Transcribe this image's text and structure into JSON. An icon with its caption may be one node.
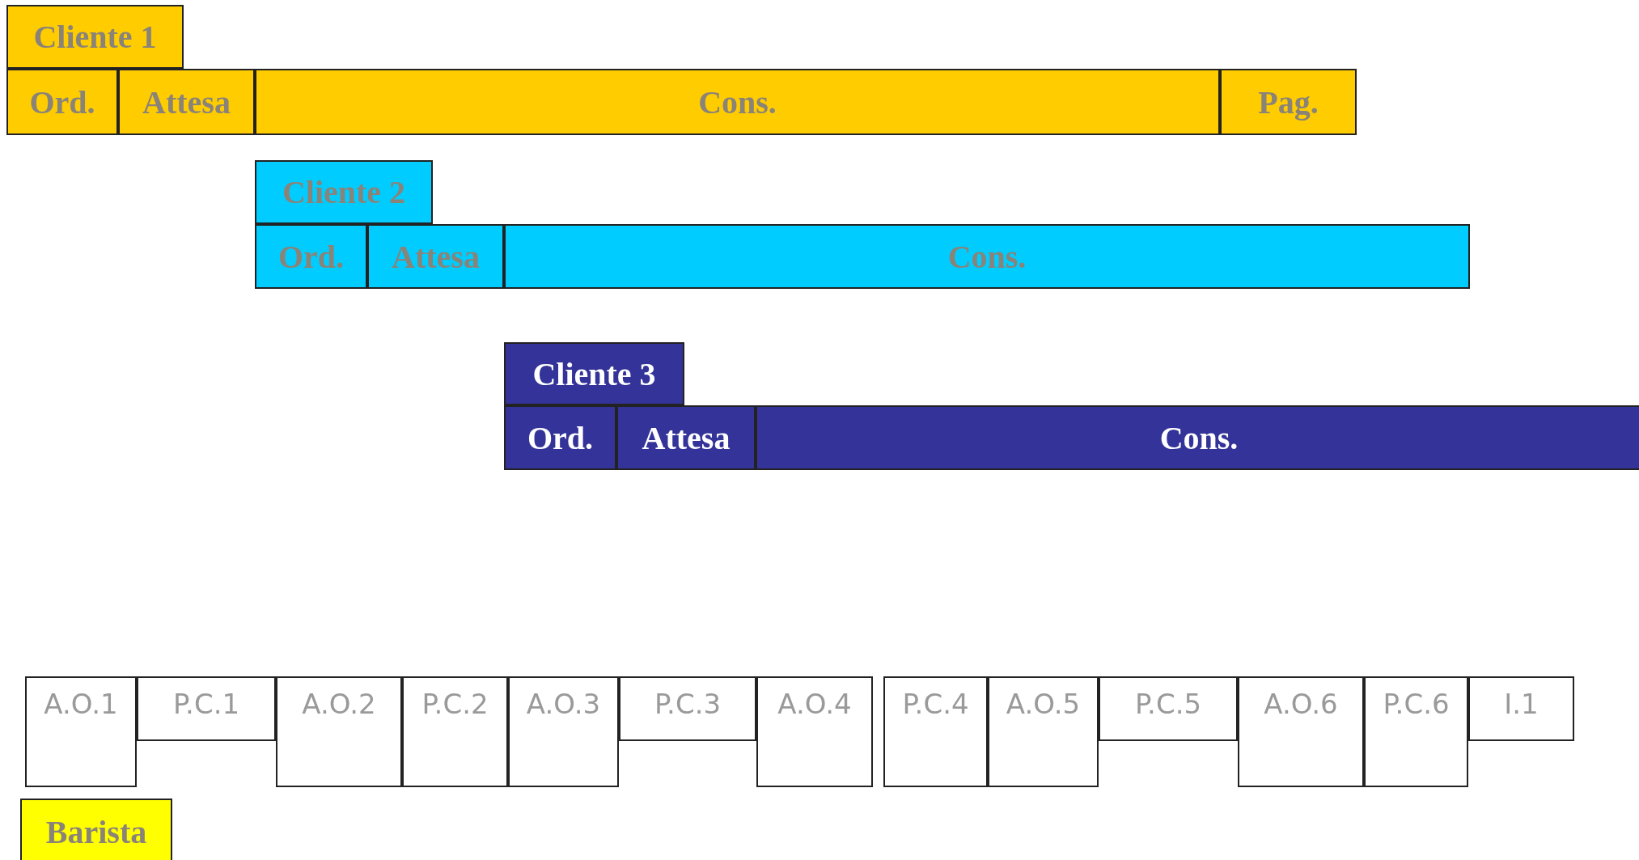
{
  "diagram": {
    "nodes": [
      {
        "text": [
          "Cliente 1"
        ]
      },
      {
        "text": [
          "Ord."
        ]
      },
      {
        "text": [
          "Attesa"
        ]
      },
      {
        "text": [
          "Cons."
        ]
      },
      {
        "text": [
          "Pag."
        ]
      },
      {
        "text": [
          "Cliente 2"
        ]
      },
      {
        "text": [
          "Ord."
        ]
      },
      {
        "text": [
          "Attesa"
        ]
      },
      {
        "text": [
          "Cons."
        ]
      },
      {
        "text": [
          "Cliente 3"
        ]
      },
      {
        "text": [
          "Ord."
        ]
      },
      {
        "text": [
          "Attesa"
        ]
      },
      {
        "text": [
          "Cons."
        ]
      },
      {
        "text": [
          "A.O.1"
        ]
      },
      {
        "text": [
          "P.C.1"
        ]
      },
      {
        "text": [
          "A.O.2"
        ]
      },
      {
        "text": [
          "P.C.2"
        ]
      },
      {
        "text": [
          "A.O.3"
        ]
      },
      {
        "text": [
          "P.C.3"
        ]
      },
      {
        "text": [
          "A.O.4"
        ]
      },
      {
        "text": [
          "P.C.4"
        ]
      },
      {
        "text": [
          "A.O.5"
        ]
      },
      {
        "text": [
          "P.C.5"
        ]
      },
      {
        "text": [
          "A.O.6"
        ]
      },
      {
        "text": [
          "P.C.6"
        ]
      },
      {
        "text": [
          "I.1"
        ]
      },
      {
        "text": [
          "Barista"
        ]
      }
    ]
  }
}
